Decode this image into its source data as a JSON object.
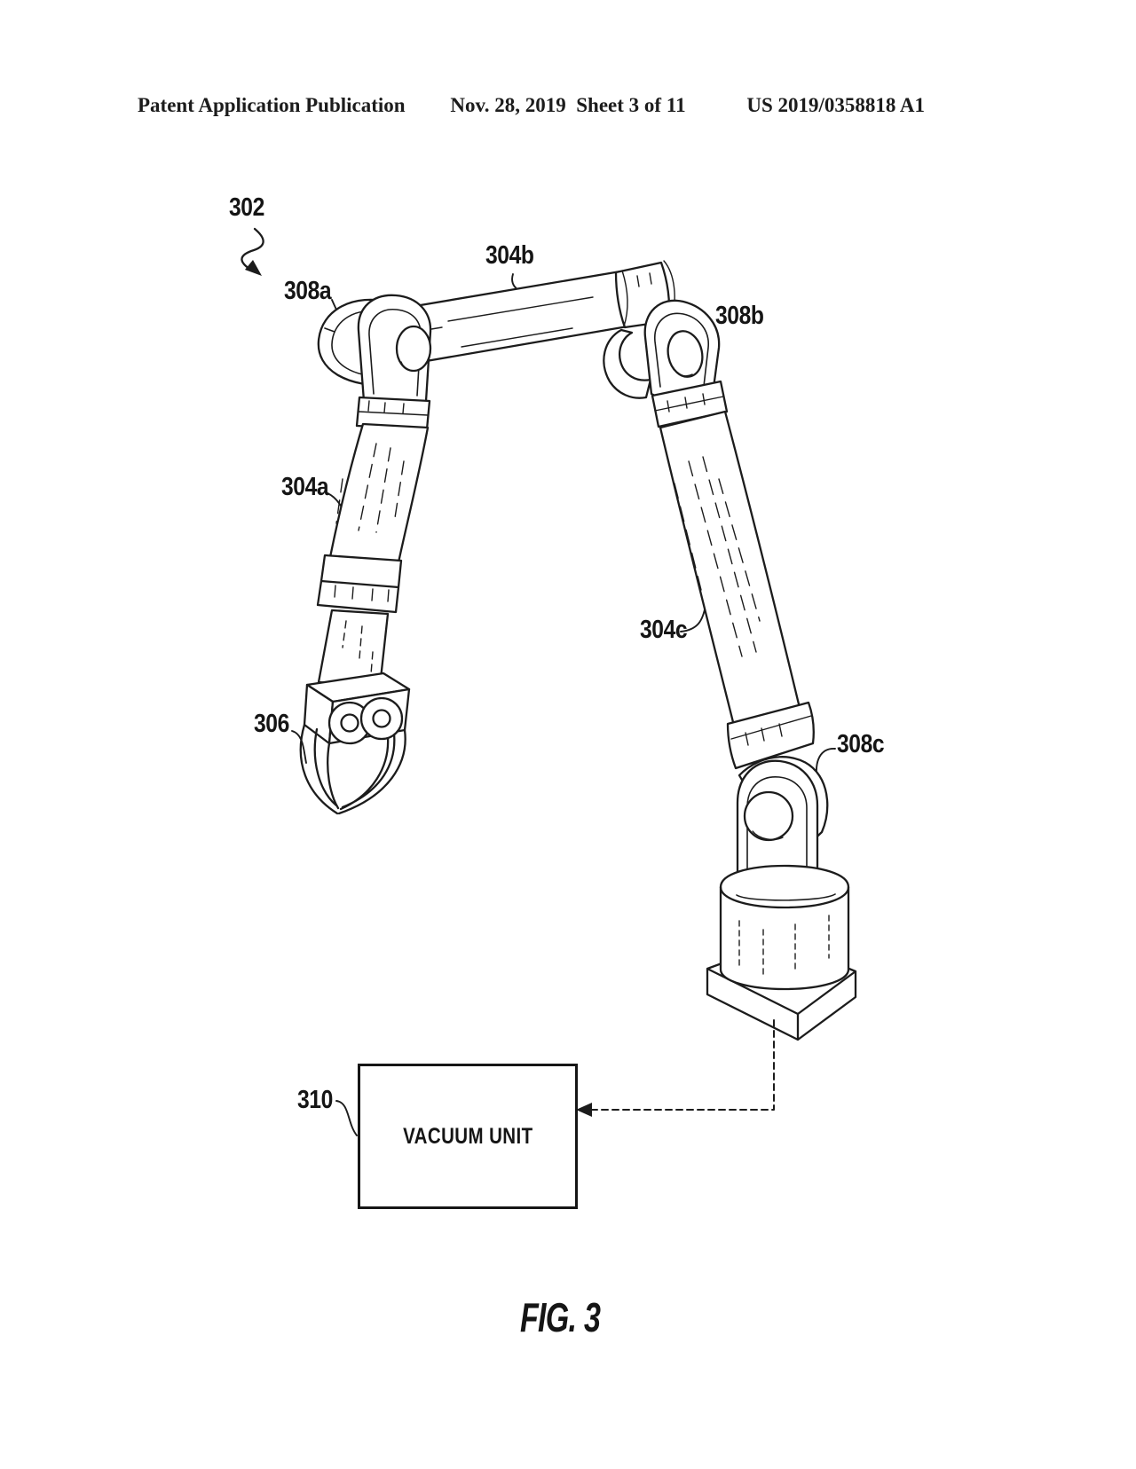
{
  "page": {
    "background": "#ffffff",
    "ink_color": "#1c1c1c"
  },
  "header": {
    "left": "Patent Application Publication",
    "center": "Nov. 28, 2019  Sheet 3 of 11",
    "right": "US 2019/0358818 A1"
  },
  "figure": {
    "caption": "FIG. 3",
    "vacuum_unit_label": "VACUUM UNIT",
    "ref_labels": {
      "r302": "302",
      "r304a": "304a",
      "r304b": "304b",
      "r304c": "304c",
      "r306": "306",
      "r308a": "308a",
      "r308b": "308b",
      "r308c": "308c",
      "r310": "310"
    }
  }
}
